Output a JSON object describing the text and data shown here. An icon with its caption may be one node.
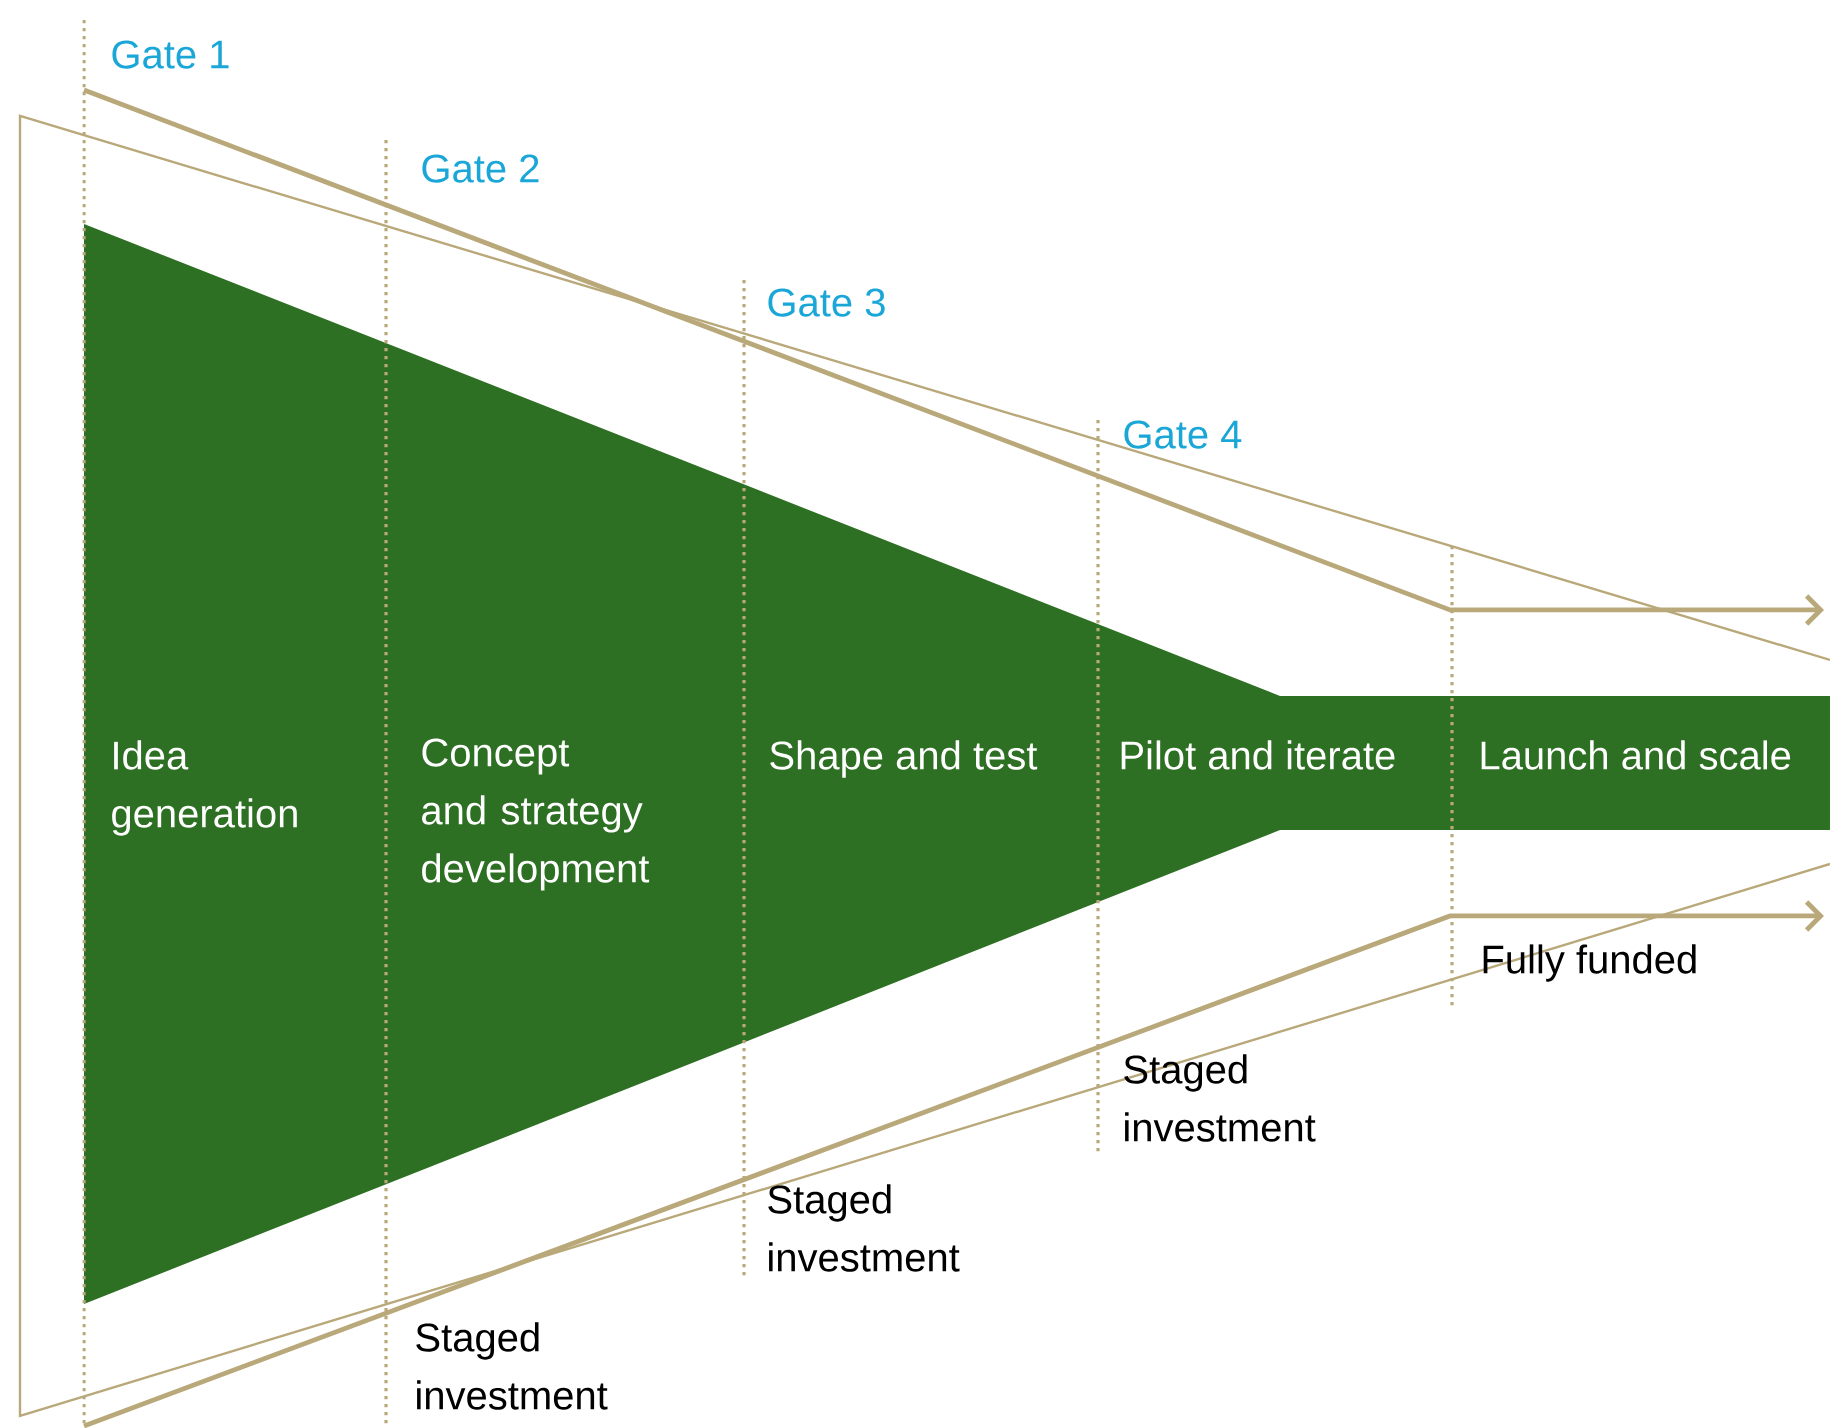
{
  "diagram": {
    "labels": [
      "Gate 1",
      "Gate 2",
      "Gate 3",
      "Gate 4",
      "Idea generation",
      "Concept and strategy development",
      "Shape and test",
      "Pilot and iterate",
      "Launch and scale",
      "Fully funded",
      "Staged investment",
      "Staged investment",
      "Staged investment"
    ]
  }
}
